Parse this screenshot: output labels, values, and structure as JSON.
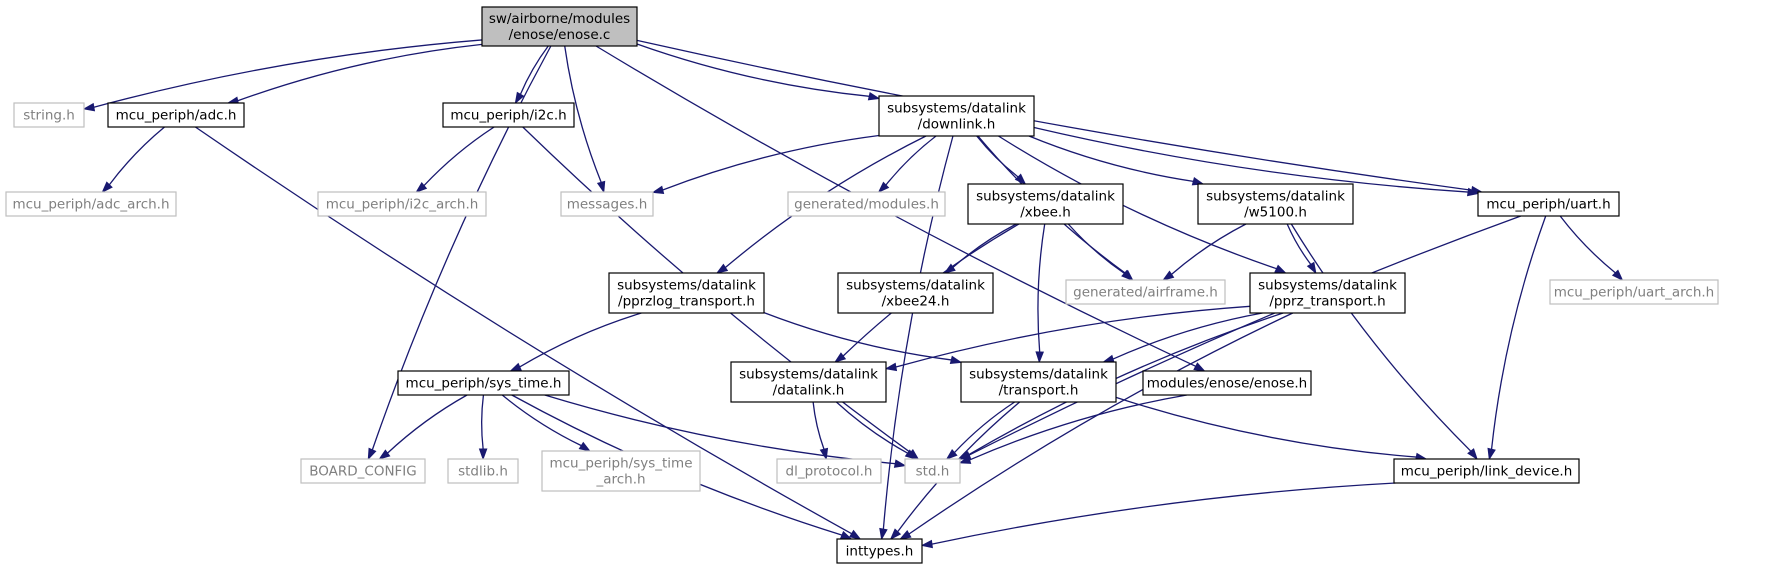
{
  "graph": {
    "colors": {
      "edge": "#191970",
      "node_border": "#000000",
      "root_fill": "#bfbfbf",
      "external_border": "#bfbfbf",
      "external_text": "#808080"
    },
    "nodes": [
      {
        "id": "enose_c",
        "lines": [
          "sw/airborne/modules",
          "/enose/enose.c"
        ],
        "style": "root"
      },
      {
        "id": "string_h",
        "lines": [
          "string.h"
        ],
        "style": "ext"
      },
      {
        "id": "adc_h",
        "lines": [
          "mcu_periph/adc.h"
        ],
        "style": "solid"
      },
      {
        "id": "i2c_h",
        "lines": [
          "mcu_periph/i2c.h"
        ],
        "style": "solid"
      },
      {
        "id": "downlink_h",
        "lines": [
          "subsystems/datalink",
          "/downlink.h"
        ],
        "style": "solid"
      },
      {
        "id": "uart_h",
        "lines": [
          "mcu_periph/uart.h"
        ],
        "style": "solid"
      },
      {
        "id": "adc_arch_h",
        "lines": [
          "mcu_periph/adc_arch.h"
        ],
        "style": "ext"
      },
      {
        "id": "i2c_arch_h",
        "lines": [
          "mcu_periph/i2c_arch.h"
        ],
        "style": "ext"
      },
      {
        "id": "messages_h",
        "lines": [
          "messages.h"
        ],
        "style": "ext"
      },
      {
        "id": "gen_modules_h",
        "lines": [
          "generated/modules.h"
        ],
        "style": "ext"
      },
      {
        "id": "xbee_h",
        "lines": [
          "subsystems/datalink",
          "/xbee.h"
        ],
        "style": "solid"
      },
      {
        "id": "w5100_h",
        "lines": [
          "subsystems/datalink",
          "/w5100.h"
        ],
        "style": "solid"
      },
      {
        "id": "pprzlog_h",
        "lines": [
          "subsystems/datalink",
          "/pprzlog_transport.h"
        ],
        "style": "solid"
      },
      {
        "id": "xbee24_h",
        "lines": [
          "subsystems/datalink",
          "/xbee24.h"
        ],
        "style": "solid"
      },
      {
        "id": "airframe_h",
        "lines": [
          "generated/airframe.h"
        ],
        "style": "ext"
      },
      {
        "id": "pprz_transport_h",
        "lines": [
          "subsystems/datalink",
          "/pprz_transport.h"
        ],
        "style": "solid"
      },
      {
        "id": "uart_arch_h",
        "lines": [
          "mcu_periph/uart_arch.h"
        ],
        "style": "ext"
      },
      {
        "id": "sys_time_h",
        "lines": [
          "mcu_periph/sys_time.h"
        ],
        "style": "solid"
      },
      {
        "id": "datalink_h",
        "lines": [
          "subsystems/datalink",
          "/datalink.h"
        ],
        "style": "solid"
      },
      {
        "id": "transport_h",
        "lines": [
          "subsystems/datalink",
          "/transport.h"
        ],
        "style": "solid"
      },
      {
        "id": "enose_h",
        "lines": [
          "modules/enose/enose.h"
        ],
        "style": "solid"
      },
      {
        "id": "board_config",
        "lines": [
          "BOARD_CONFIG"
        ],
        "style": "ext"
      },
      {
        "id": "stdlib_h",
        "lines": [
          "stdlib.h"
        ],
        "style": "ext"
      },
      {
        "id": "sys_time_arch_h",
        "lines": [
          "mcu_periph/sys_time",
          "_arch.h"
        ],
        "style": "ext"
      },
      {
        "id": "dl_protocol_h",
        "lines": [
          "dl_protocol.h"
        ],
        "style": "ext"
      },
      {
        "id": "std_h",
        "lines": [
          "std.h"
        ],
        "style": "ext"
      },
      {
        "id": "link_device_h",
        "lines": [
          "mcu_periph/link_device.h"
        ],
        "style": "solid"
      },
      {
        "id": "inttypes_h",
        "lines": [
          "inttypes.h"
        ],
        "style": "solid"
      }
    ],
    "edges": [
      [
        "enose_c",
        "string_h"
      ],
      [
        "enose_c",
        "adc_h"
      ],
      [
        "enose_c",
        "i2c_h"
      ],
      [
        "enose_c",
        "messages_h"
      ],
      [
        "enose_c",
        "downlink_h"
      ],
      [
        "enose_c",
        "uart_h"
      ],
      [
        "enose_c",
        "board_config"
      ],
      [
        "enose_c",
        "enose_h"
      ],
      [
        "adc_h",
        "adc_arch_h"
      ],
      [
        "adc_h",
        "inttypes_h"
      ],
      [
        "i2c_h",
        "i2c_arch_h"
      ],
      [
        "i2c_h",
        "std_h"
      ],
      [
        "downlink_h",
        "messages_h"
      ],
      [
        "downlink_h",
        "gen_modules_h"
      ],
      [
        "downlink_h",
        "xbee_h"
      ],
      [
        "downlink_h",
        "w5100_h"
      ],
      [
        "downlink_h",
        "uart_h"
      ],
      [
        "downlink_h",
        "pprzlog_h"
      ],
      [
        "downlink_h",
        "airframe_h"
      ],
      [
        "downlink_h",
        "pprz_transport_h"
      ],
      [
        "downlink_h",
        "inttypes_h"
      ],
      [
        "uart_h",
        "uart_arch_h"
      ],
      [
        "uart_h",
        "std_h"
      ],
      [
        "uart_h",
        "link_device_h"
      ],
      [
        "xbee_h",
        "xbee24_h"
      ],
      [
        "xbee_h",
        "airframe_h"
      ],
      [
        "xbee_h",
        "transport_h"
      ],
      [
        "xbee_h",
        "datalink_h"
      ],
      [
        "w5100_h",
        "airframe_h"
      ],
      [
        "w5100_h",
        "pprz_transport_h"
      ],
      [
        "w5100_h",
        "link_device_h"
      ],
      [
        "pprzlog_h",
        "sys_time_h"
      ],
      [
        "pprzlog_h",
        "transport_h"
      ],
      [
        "pprz_transport_h",
        "transport_h"
      ],
      [
        "pprz_transport_h",
        "datalink_h"
      ],
      [
        "pprz_transport_h",
        "std_h"
      ],
      [
        "pprz_transport_h",
        "inttypes_h"
      ],
      [
        "sys_time_h",
        "board_config"
      ],
      [
        "sys_time_h",
        "stdlib_h"
      ],
      [
        "sys_time_h",
        "sys_time_arch_h"
      ],
      [
        "sys_time_h",
        "std_h"
      ],
      [
        "sys_time_h",
        "inttypes_h"
      ],
      [
        "datalink_h",
        "dl_protocol_h"
      ],
      [
        "datalink_h",
        "std_h"
      ],
      [
        "transport_h",
        "std_h"
      ],
      [
        "transport_h",
        "inttypes_h"
      ],
      [
        "transport_h",
        "link_device_h"
      ],
      [
        "enose_h",
        "std_h"
      ],
      [
        "link_device_h",
        "inttypes_h"
      ]
    ]
  }
}
